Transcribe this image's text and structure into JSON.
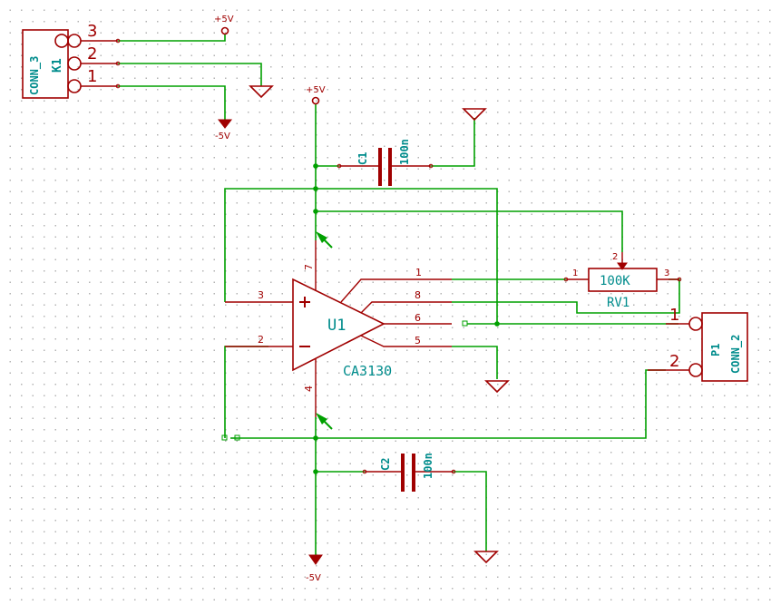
{
  "k1": {
    "ref": "K1",
    "value": "CONN_3",
    "pins": [
      "3",
      "2",
      "1"
    ]
  },
  "p1": {
    "ref": "P1",
    "value": "CONN_2",
    "pins": [
      "1",
      "2"
    ]
  },
  "u1": {
    "ref": "U1",
    "value": "CA3130",
    "pins": {
      "in_plus": "3",
      "in_minus": "2",
      "out": "6",
      "p1": "1",
      "p8": "8",
      "p5": "5",
      "vplus": "7",
      "vminus": "4"
    }
  },
  "rv1": {
    "ref": "RV1",
    "value": "100K",
    "pins": [
      "1",
      "2",
      "3"
    ]
  },
  "c1": {
    "ref": "C1",
    "value": "100n"
  },
  "c2": {
    "ref": "C2",
    "value": "100n"
  },
  "power": {
    "vpos": "+5V",
    "vneg": "-5V"
  },
  "colors": {
    "wire": "#00a000",
    "component": "#a00000",
    "label": "#008c8c",
    "background": "#ffffff"
  }
}
